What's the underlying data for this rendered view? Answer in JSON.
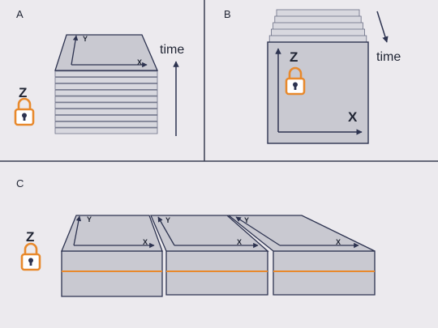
{
  "panels": {
    "a": {
      "letter": "A",
      "axis_y": "Y",
      "axis_x": "X",
      "time_label": "time",
      "lock_axis": "Z",
      "stacked_slices": 10
    },
    "b": {
      "letter": "B",
      "axis_z": "Z",
      "axis_x": "X",
      "time_label": "time",
      "stacked_slices": 5
    },
    "c": {
      "letter": "C",
      "lock_axis": "Z",
      "block_count": 3,
      "block_axis_y": "Y",
      "block_axis_x": "X"
    }
  },
  "colors": {
    "background": "#eceaee",
    "slab": "#c9c9d1",
    "slab_light": "#d8d8df",
    "outline": "#2d3350",
    "lock": "#e8892c",
    "divider": "#3a3e52"
  },
  "icons": [
    "padlock-icon",
    "time-arrow-icon"
  ]
}
